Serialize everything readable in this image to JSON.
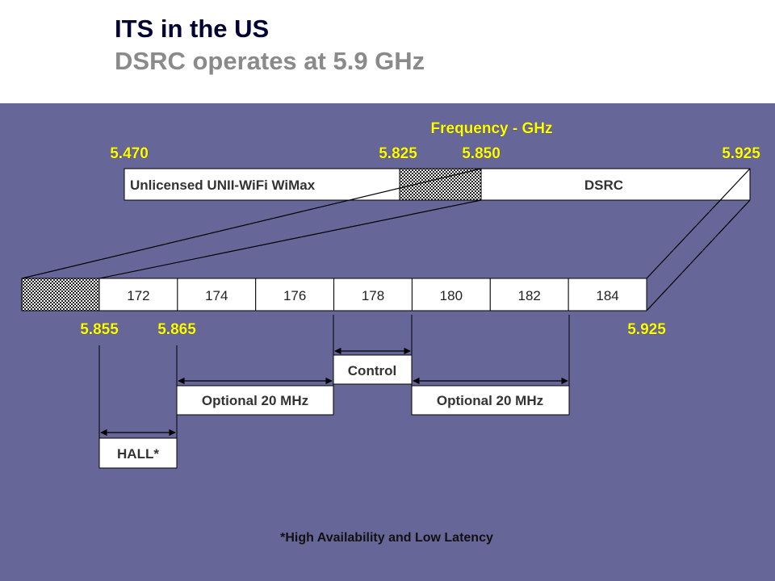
{
  "slide": {
    "title": "ITS in the US",
    "subtitle": "DSRC operates at 5.9 GHz"
  },
  "diagram": {
    "axis_title": "Frequency - GHz",
    "top_band": {
      "freq_labels": [
        "5.470",
        "5.825",
        "5.850",
        "5.925"
      ],
      "unlicensed_label": "Unlicensed UNII-WiFi WiMax",
      "dsrc_label": "DSRC"
    },
    "channels": [
      "172",
      "174",
      "176",
      "178",
      "180",
      "182",
      "184"
    ],
    "lower_freq_labels": [
      "5.855",
      "5.865",
      "5.925"
    ],
    "annotations": {
      "control": "Control",
      "optional_left": "Optional 20 MHz",
      "optional_right": "Optional 20 MHz",
      "hall": "HALL*"
    },
    "footnote": "*High Availability and Low Latency"
  },
  "colors": {
    "panel_background": "#676699",
    "frequency_label": "#ffff00",
    "title": "#000033",
    "subtitle": "#8a8a8a"
  }
}
